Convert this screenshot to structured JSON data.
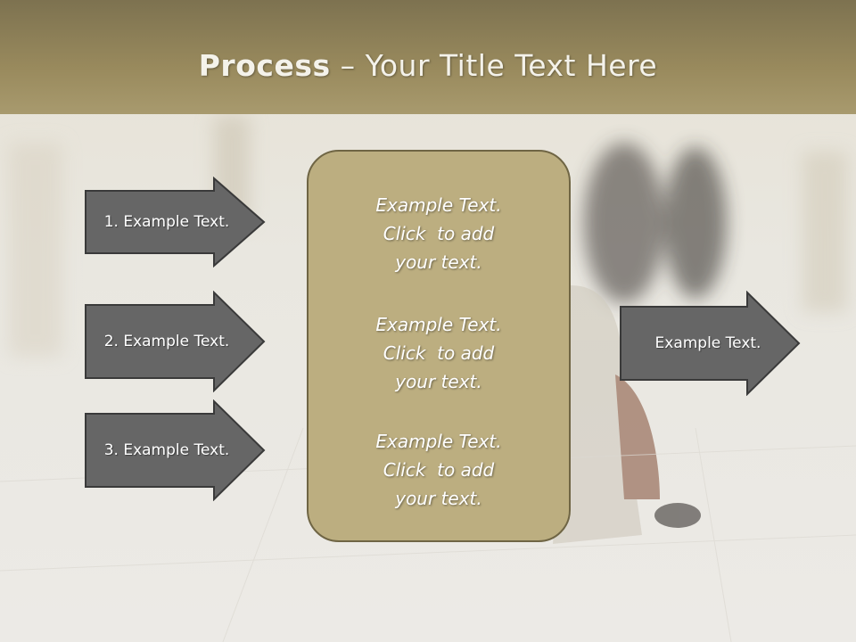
{
  "title": {
    "bold": "Process",
    "rest": " – Your Title Text Here"
  },
  "left_arrows": [
    {
      "label": "1. Example Text."
    },
    {
      "label": "2. Example Text."
    },
    {
      "label": "3. Example Text."
    }
  ],
  "center_box": {
    "blocks": [
      {
        "lines": [
          "Example Text.",
          "Click  to add",
          "your text."
        ]
      },
      {
        "lines": [
          "Example Text.",
          "Click  to add",
          "your text."
        ]
      },
      {
        "lines": [
          "Example Text.",
          "Click  to add",
          "your text."
        ]
      }
    ]
  },
  "right_arrow": {
    "label": "Example Text."
  },
  "colors": {
    "title_band": "#998a5d",
    "box_fill": "#bcae80",
    "arrow_fill": "#666666",
    "arrow_border": "#3a3a3a"
  }
}
